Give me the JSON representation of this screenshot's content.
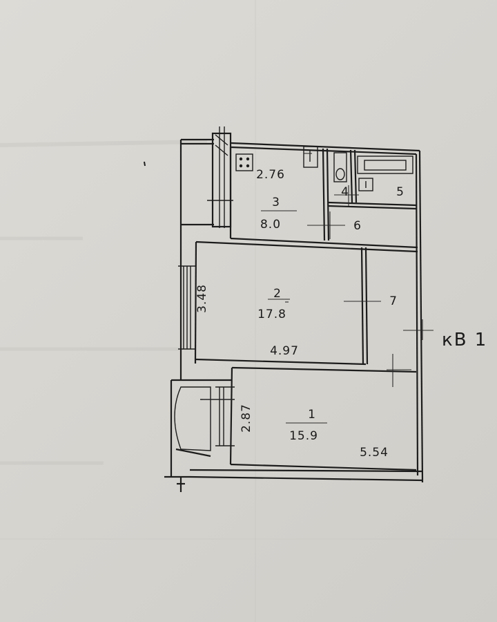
{
  "rooms": [
    {
      "number": "1",
      "area": "15.9"
    },
    {
      "number": "2",
      "area": "17.8"
    },
    {
      "number": "3",
      "area": "8.0"
    },
    {
      "number": "4"
    },
    {
      "number": "5"
    },
    {
      "number": "6"
    },
    {
      "number": "7"
    }
  ],
  "dimensions": {
    "room1_depth": "2.87",
    "room1_width": "5.54",
    "room2_depth": "3.48",
    "room2_width": "4.97",
    "kitchen_width": "2.76"
  },
  "apartment_label": "кВ 1"
}
